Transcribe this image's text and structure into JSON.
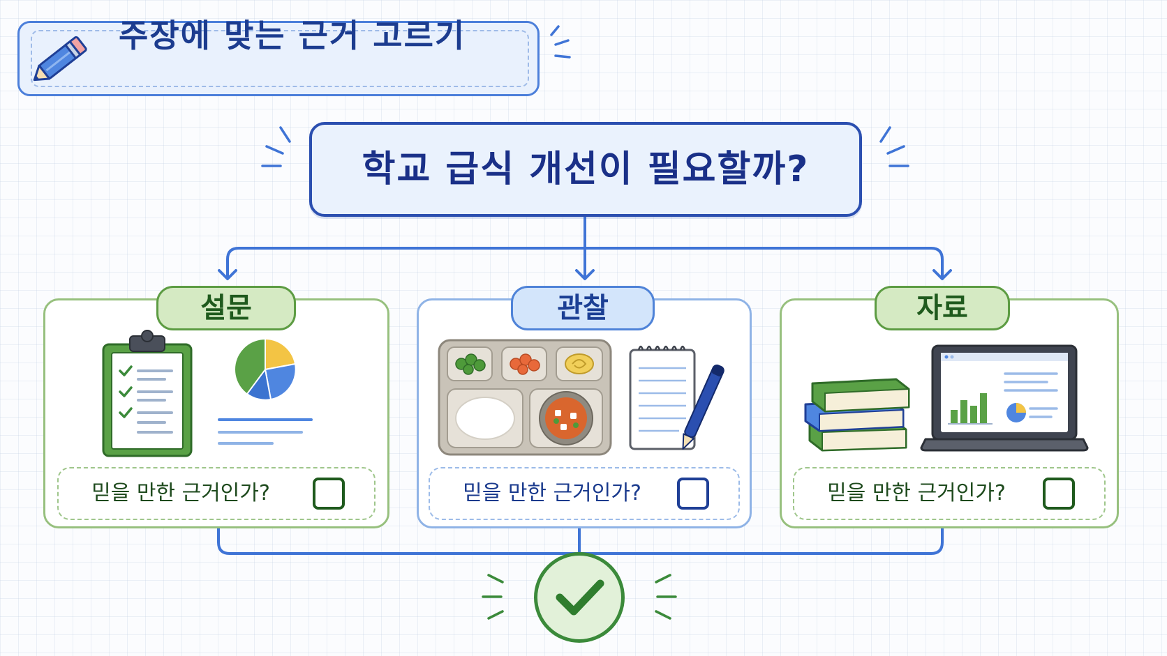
{
  "title": {
    "text": "주장에 맞는 근거 고르기",
    "icon": "pencil-icon"
  },
  "question": {
    "text": "학교 급식 개선이 필요할까?"
  },
  "cards": [
    {
      "label": "설문",
      "check_text": "믿을 만한 근거인가?",
      "checked": false,
      "theme": "green",
      "icons": [
        "clipboard-checklist-icon",
        "pie-chart-icon"
      ]
    },
    {
      "label": "관찰",
      "check_text": "믿을 만한 근거인가?",
      "checked": false,
      "theme": "blue",
      "icons": [
        "lunch-tray-icon",
        "notepad-pen-icon"
      ]
    },
    {
      "label": "자료",
      "check_text": "믿을 만한 근거인가?",
      "checked": false,
      "theme": "green",
      "icons": [
        "books-icon",
        "laptop-chart-icon"
      ]
    }
  ],
  "result": {
    "icon": "checkmark-icon"
  },
  "colors": {
    "primary_blue": "#2b4fb0",
    "accent_blue": "#4f83d8",
    "green": "#5d9c43",
    "dark_green": "#1f5a1d",
    "light_green": "#d5eac3",
    "light_blue": "#d3e5fb"
  }
}
